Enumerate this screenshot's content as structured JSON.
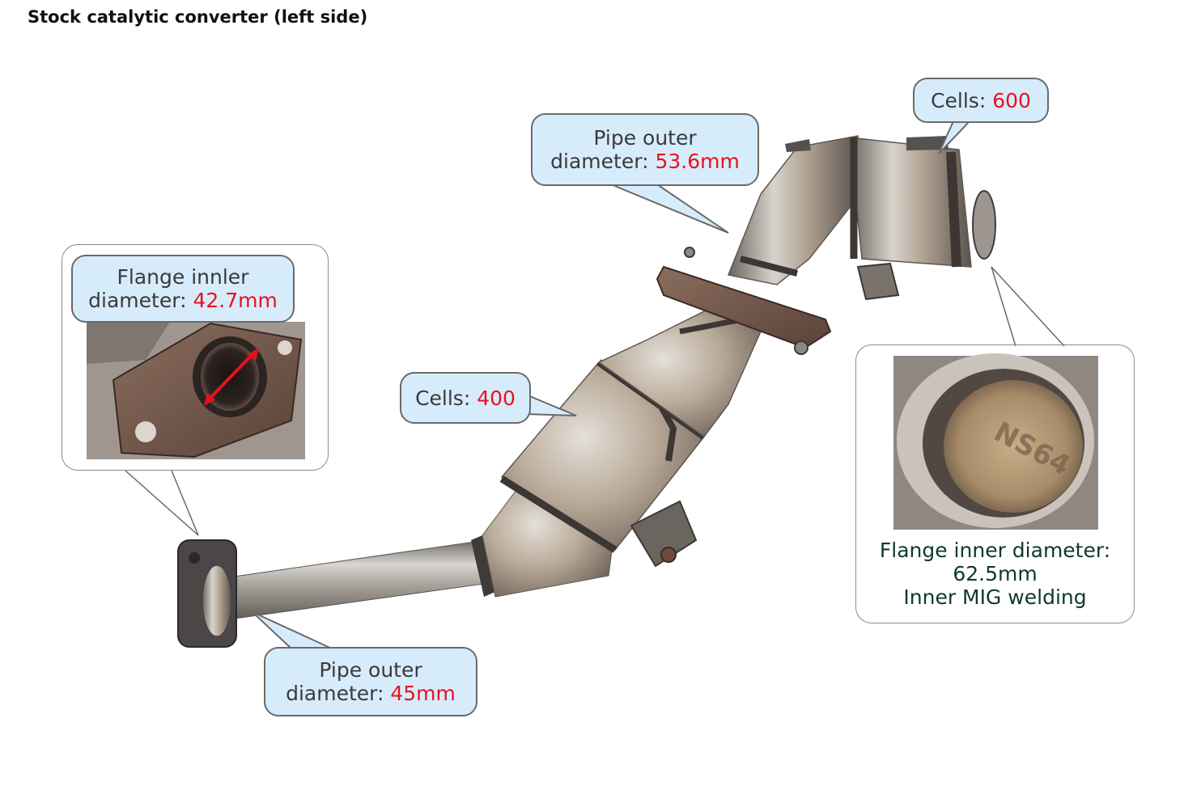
{
  "title": "Stock catalytic converter (left side)",
  "callouts": {
    "cells_600": {
      "label": "Cells: ",
      "value": "600"
    },
    "pipe_outer_upper": {
      "label_line1": "Pipe outer",
      "label_line2": "diameter: ",
      "value": "53.6mm"
    },
    "flange_inner_left": {
      "label_line1": "Flange innler",
      "label_line2": "diameter: ",
      "value": "42.7mm"
    },
    "cells_400": {
      "label": "Cells: ",
      "value": "400"
    },
    "pipe_outer_lower": {
      "label_line1": "Pipe outer",
      "label_line2": "diameter: ",
      "value": "45mm"
    }
  },
  "detail_right": {
    "caption_line1": "Flange inner diameter:",
    "caption_line2": "62.5mm",
    "caption_line3": "Inner MIG welding",
    "stamp": "NS64"
  },
  "colors": {
    "callout_fill": "#d7ecfb",
    "value_red": "#e8111f",
    "caption_green": "#0f3b25"
  }
}
